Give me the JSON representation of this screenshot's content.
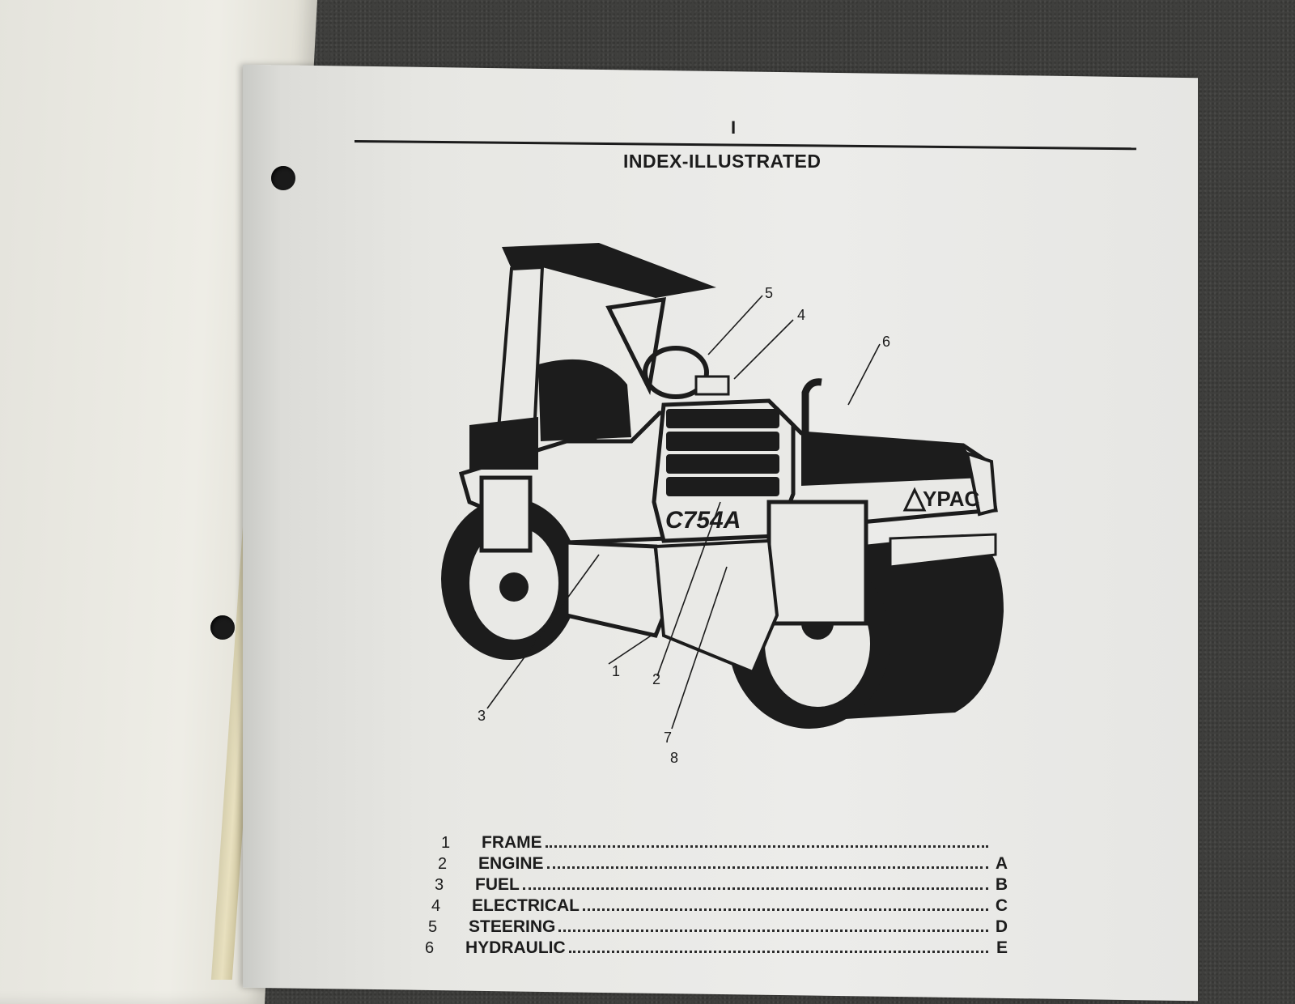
{
  "section_letter": "I",
  "page_title": "INDEX-ILLUSTRATED",
  "illustration": {
    "model_badge": "C754A",
    "brand_text": "YPAC",
    "callouts": [
      "1",
      "2",
      "3",
      "4",
      "5",
      "6",
      "7",
      "8"
    ]
  },
  "index": [
    {
      "num": "1",
      "label": "FRAME",
      "letter": ""
    },
    {
      "num": "2",
      "label": "ENGINE",
      "letter": "A"
    },
    {
      "num": "3",
      "label": "FUEL",
      "letter": "B"
    },
    {
      "num": "4",
      "label": "ELECTRICAL",
      "letter": "C"
    },
    {
      "num": "5",
      "label": "STEERING",
      "letter": "D"
    },
    {
      "num": "6",
      "label": "HYDRAULIC",
      "letter": "E"
    }
  ]
}
